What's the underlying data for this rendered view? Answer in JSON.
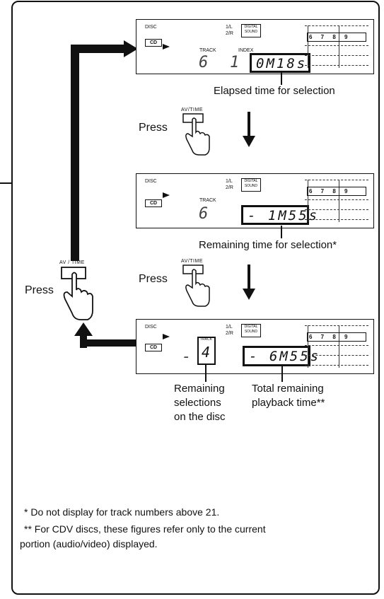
{
  "display": {
    "disc_label": "DISC",
    "cd_label": "CD",
    "track_label": "TRACK",
    "index_label": "INDEX",
    "lr_label": "1/L\n2/R",
    "digital_sound_label": "DIGITAL SOUND",
    "calendar_numbers": "6 7 8 9"
  },
  "panels": [
    {
      "track": "6",
      "index": "1",
      "time": "0M18s"
    },
    {
      "track": "6",
      "time": "- 1M55s"
    },
    {
      "track": "4",
      "time": "- 6M55s",
      "prefix": "-"
    }
  ],
  "captions": {
    "elapsed": "Elapsed time for selection",
    "remaining": "Remaining time for selection*",
    "remaining_selections": "Remaining\nselections\non the disc",
    "total_remaining": "Total remaining\nplayback time**"
  },
  "press": {
    "label": "Press",
    "button_label": "AV/TIME",
    "left_button_label": "AV / TIME"
  },
  "notes": {
    "note1": "* Do not display for track numbers above 21.",
    "note2": "** For CDV discs, these figures refer only to the current",
    "note3": "portion (audio/video) displayed."
  }
}
